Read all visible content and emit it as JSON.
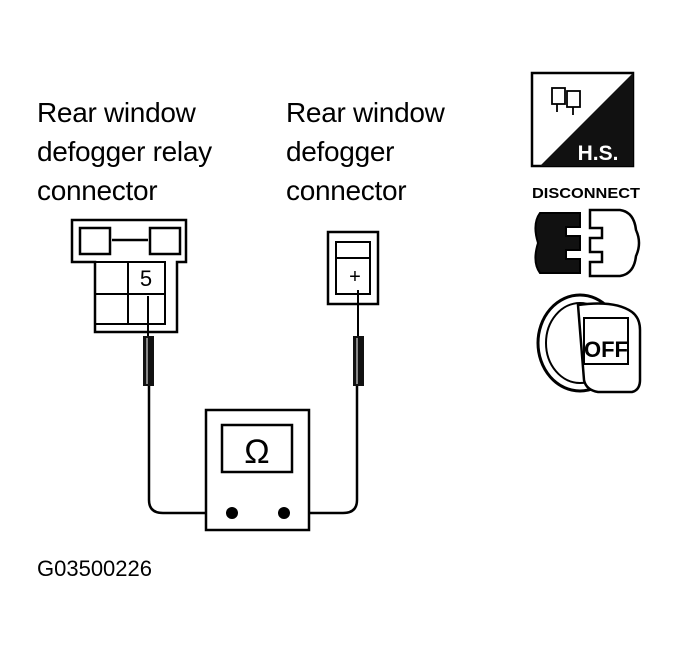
{
  "labels": {
    "relay_connector": [
      "Rear window",
      "defogger relay",
      "connector"
    ],
    "defogger_connector": [
      "Rear window",
      "defogger",
      "connector"
    ]
  },
  "relay_terminal": "5",
  "defogger_terminal": "+",
  "meter_symbol": "Ω",
  "icons": {
    "hs": "H.S.",
    "disconnect": "DISCONNECT",
    "off": "OFF"
  },
  "diagram_id": "G03500226"
}
